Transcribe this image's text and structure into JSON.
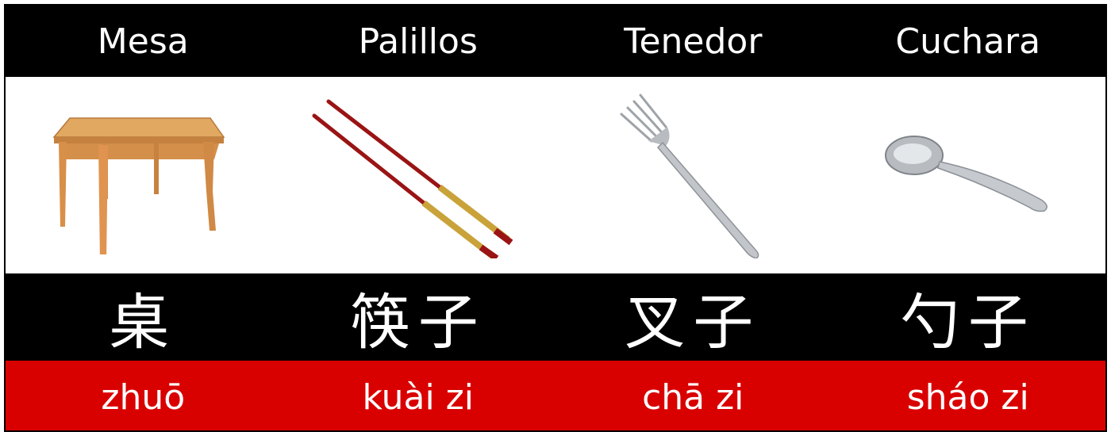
{
  "words": [
    {
      "spanish": "Mesa",
      "chinese": "桌",
      "pinyin": "zhuō",
      "icon": "table-icon"
    },
    {
      "spanish": "Palillos",
      "chinese": "筷子",
      "pinyin": "kuài zi",
      "icon": "chopsticks-icon"
    },
    {
      "spanish": "Tenedor",
      "chinese": "叉子",
      "pinyin": "chā zi",
      "icon": "fork-icon"
    },
    {
      "spanish": "Cuchara",
      "chinese": "勺子",
      "pinyin": "sháo zi",
      "icon": "spoon-icon"
    }
  ],
  "colors": {
    "header_bg": "#000000",
    "pinyin_bg": "#d90000",
    "text": "#ffffff"
  }
}
